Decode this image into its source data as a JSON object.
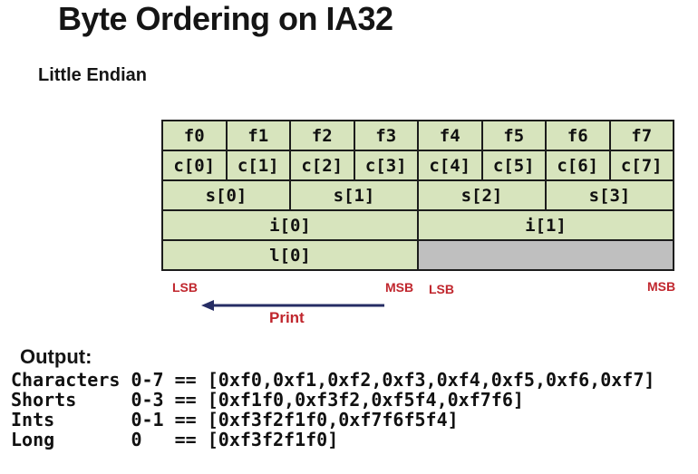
{
  "slide": {
    "title": "Byte Ordering on IA32",
    "section_heading": "Little Endian",
    "output_heading": "Output:"
  },
  "memory_diagram": {
    "byte_labels": [
      "f0",
      "f1",
      "f2",
      "f3",
      "f4",
      "f5",
      "f6",
      "f7"
    ],
    "char_cells": [
      "c[0]",
      "c[1]",
      "c[2]",
      "c[3]",
      "c[4]",
      "c[5]",
      "c[6]",
      "c[7]"
    ],
    "short_cells": [
      "s[0]",
      "s[1]",
      "s[2]",
      "s[3]"
    ],
    "int_cells": [
      "i[0]",
      "i[1]"
    ],
    "long_cells": [
      "l[0]"
    ],
    "annotations": {
      "lsb_left": "LSB",
      "msb_left": "MSB",
      "lsb_right": "LSB",
      "msb_right": "MSB",
      "print_label": "Print"
    },
    "colors": {
      "cell_green": "#D7E4BD",
      "cell_gray": "#BFBFBF",
      "annotation_red": "#C0262D",
      "arrow_navy": "#262D64",
      "border_black": "#1c1c1c"
    }
  },
  "output": {
    "lines": [
      "Characters 0-7 == [0xf0,0xf1,0xf2,0xf3,0xf4,0xf5,0xf6,0xf7]",
      "Shorts     0-3 == [0xf1f0,0xf3f2,0xf5f4,0xf7f6]",
      "Ints       0-1 == [0xf3f2f1f0,0xf7f6f5f4]",
      "Long       0   == [0xf3f2f1f0]"
    ]
  }
}
